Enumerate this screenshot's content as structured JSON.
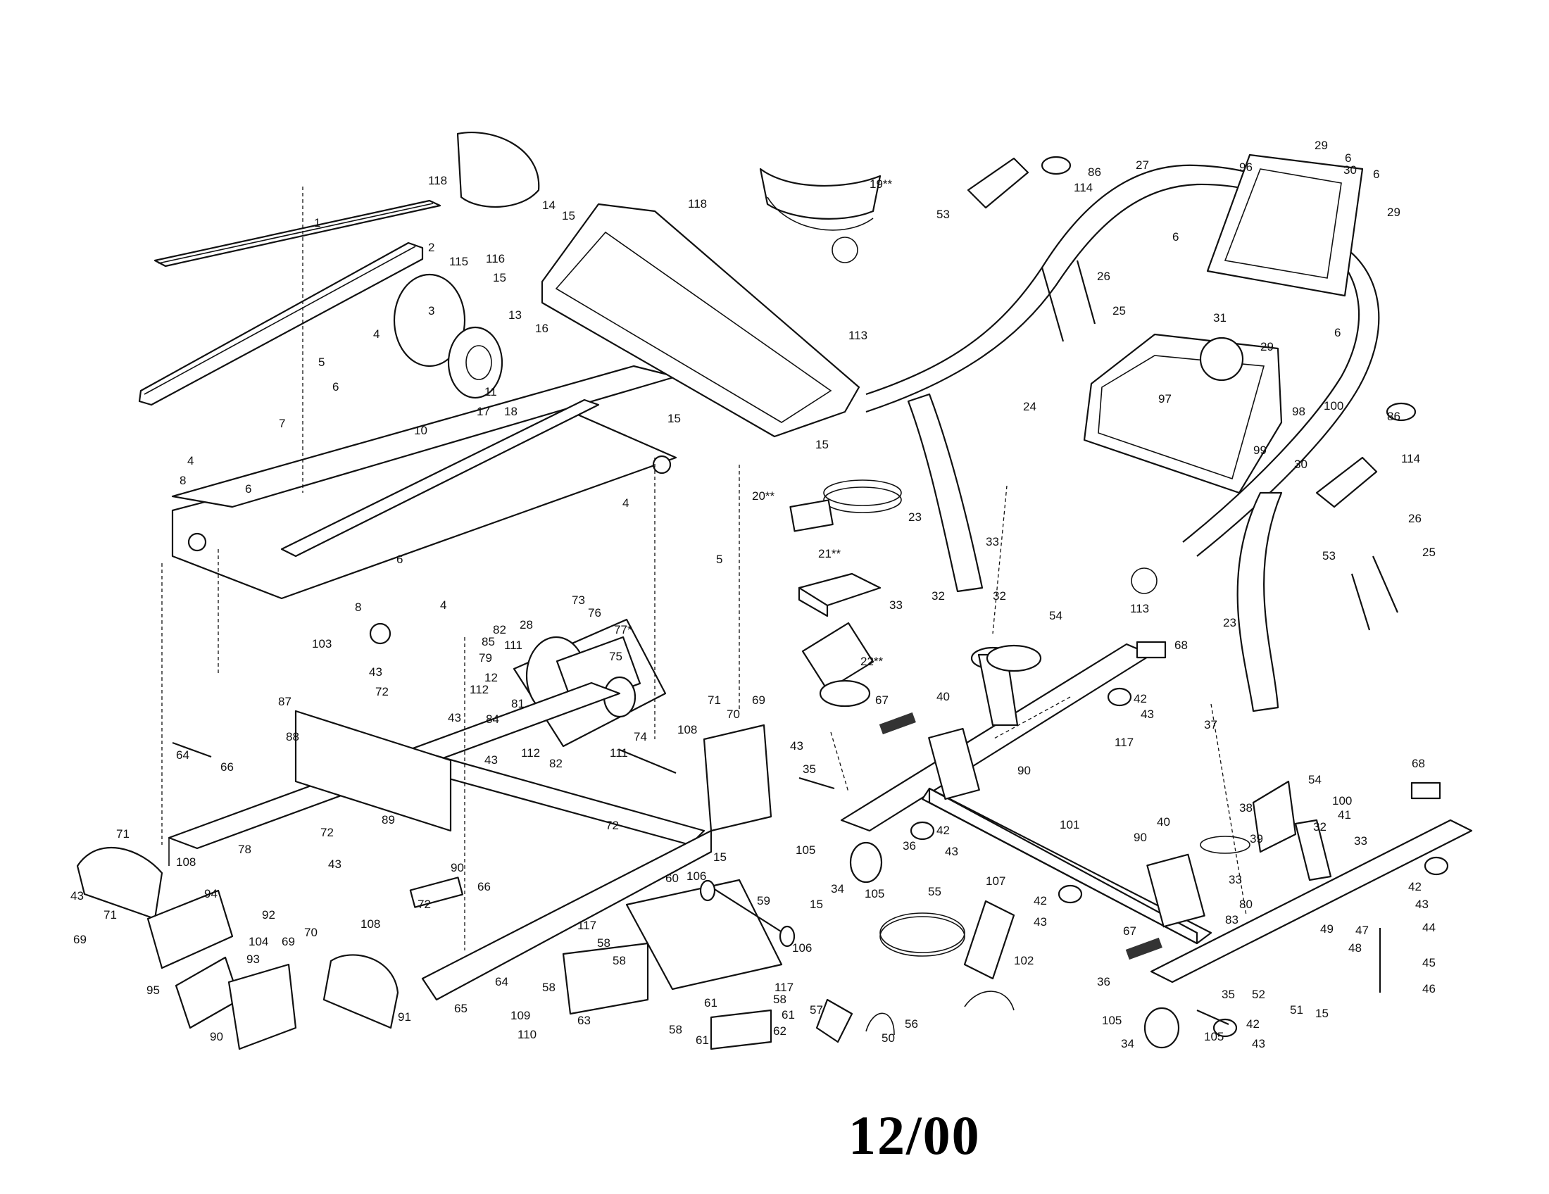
{
  "date_stamp": "12/00",
  "callouts": [
    "1",
    "2",
    "3",
    "4",
    "4",
    "4",
    "4",
    "5",
    "5",
    "6",
    "6",
    "6",
    "6",
    "6",
    "6",
    "6",
    "7",
    "8",
    "8",
    "10",
    "11",
    "12",
    "13",
    "14",
    "15",
    "15",
    "15",
    "15",
    "15",
    "15",
    "15",
    "16",
    "17",
    "18",
    "19**",
    "20**",
    "21**",
    "22**",
    "23",
    "23",
    "24",
    "25",
    "25",
    "26",
    "26",
    "27",
    "28",
    "29",
    "29",
    "29",
    "30",
    "30",
    "31",
    "32",
    "32",
    "32",
    "33",
    "33",
    "33",
    "33",
    "34",
    "34",
    "35",
    "35",
    "36",
    "36",
    "37",
    "38",
    "39",
    "40",
    "40",
    "41",
    "42",
    "42",
    "42",
    "42",
    "42",
    "43",
    "43",
    "43",
    "43",
    "43",
    "43",
    "43",
    "43",
    "43",
    "43",
    "43",
    "44",
    "45",
    "46",
    "47",
    "48",
    "49",
    "50",
    "51",
    "52",
    "53",
    "53",
    "54",
    "54",
    "55",
    "56",
    "57",
    "58",
    "58",
    "58",
    "58",
    "58",
    "59",
    "60",
    "61",
    "61",
    "61",
    "62",
    "63",
    "64",
    "64",
    "65",
    "66",
    "66",
    "67",
    "67",
    "68",
    "68",
    "69",
    "69",
    "69",
    "70",
    "70",
    "71",
    "71",
    "71",
    "72",
    "72",
    "72",
    "72",
    "73",
    "74",
    "75",
    "76",
    "77*",
    "78",
    "79",
    "80",
    "81",
    "82",
    "82",
    "83",
    "84",
    "85",
    "86",
    "86",
    "87",
    "88",
    "89",
    "90",
    "90",
    "90",
    "90",
    "91",
    "92",
    "93",
    "94",
    "95",
    "96",
    "97",
    "98",
    "99",
    "100",
    "100",
    "101",
    "102",
    "103",
    "104",
    "105",
    "105",
    "105",
    "105",
    "106",
    "106",
    "107",
    "108",
    "108",
    "108",
    "109",
    "110",
    "111",
    "111",
    "112",
    "112",
    "113",
    "113",
    "114",
    "114",
    "115",
    "116",
    "117",
    "117",
    "117",
    "118",
    "118"
  ]
}
